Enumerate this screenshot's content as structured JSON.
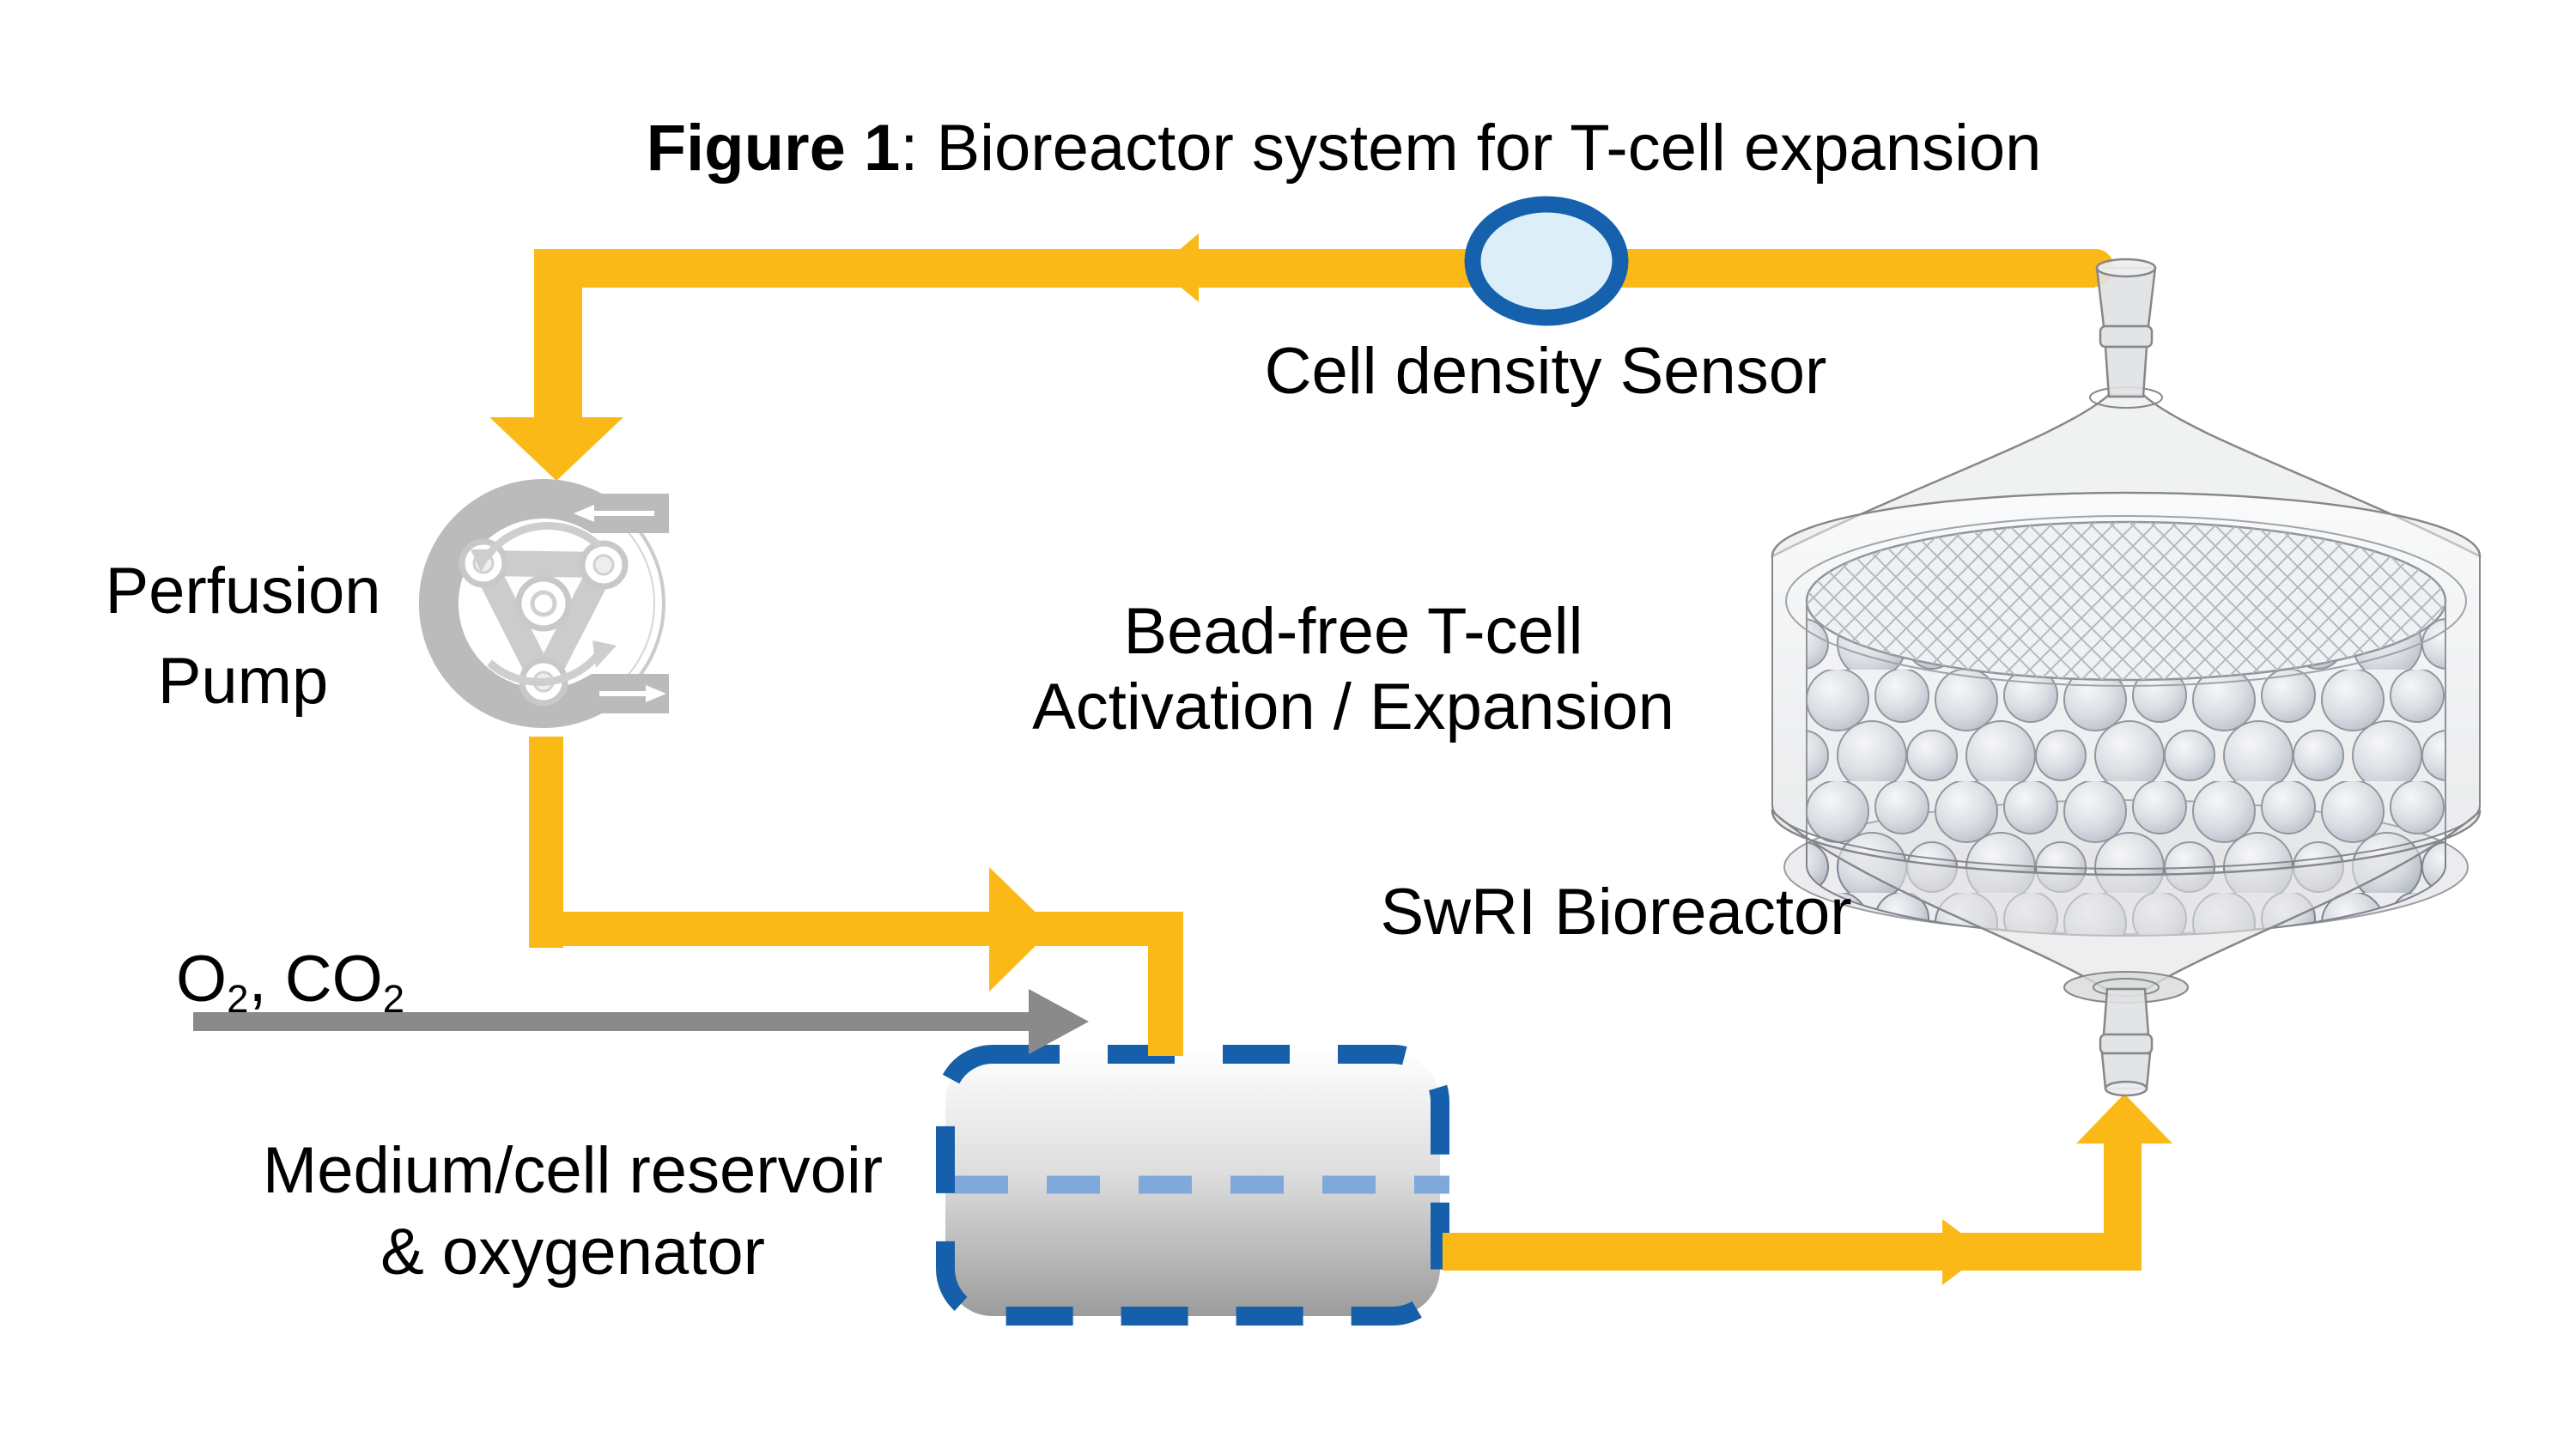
{
  "title": {
    "prefix": "Figure 1",
    "rest": ": Bioreactor system for T-cell expansion"
  },
  "labels": {
    "cell_density_sensor": "Cell density Sensor",
    "perfusion_pump_line1": "Perfusion",
    "perfusion_pump_line2": "Pump",
    "bead_free_line1": "Bead-free T-cell",
    "bead_free_line2": "Activation / Expansion",
    "swri_bioreactor": "SwRI Bioreactor",
    "gas_o": "O",
    "gas_sub1": "2",
    "gas_mid": ", CO",
    "gas_sub2": "2",
    "reservoir_line1": "Medium/cell reservoir",
    "reservoir_line2": "& oxygenator"
  },
  "icons": {
    "cell_density_sensor": "sensor-ellipse-icon",
    "perfusion_pump": "peristaltic-pump-icon",
    "bioreactor": "bioreactor-vessel-icon",
    "reservoir": "dashed-reservoir-icon",
    "flow_arrows": "yellow-arrowhead-icon",
    "gas_inlet": "gray-arrow-icon"
  },
  "colors": {
    "flow_yellow": "#FBB917",
    "sensor_ring_blue": "#1661AE",
    "sensor_fill_blue": "#DCEFF8",
    "reservoir_border_blue": "#1660AB",
    "liquid_level_blue": "#7FA9DC",
    "gas_arrow_gray": "#8A8A8A"
  }
}
